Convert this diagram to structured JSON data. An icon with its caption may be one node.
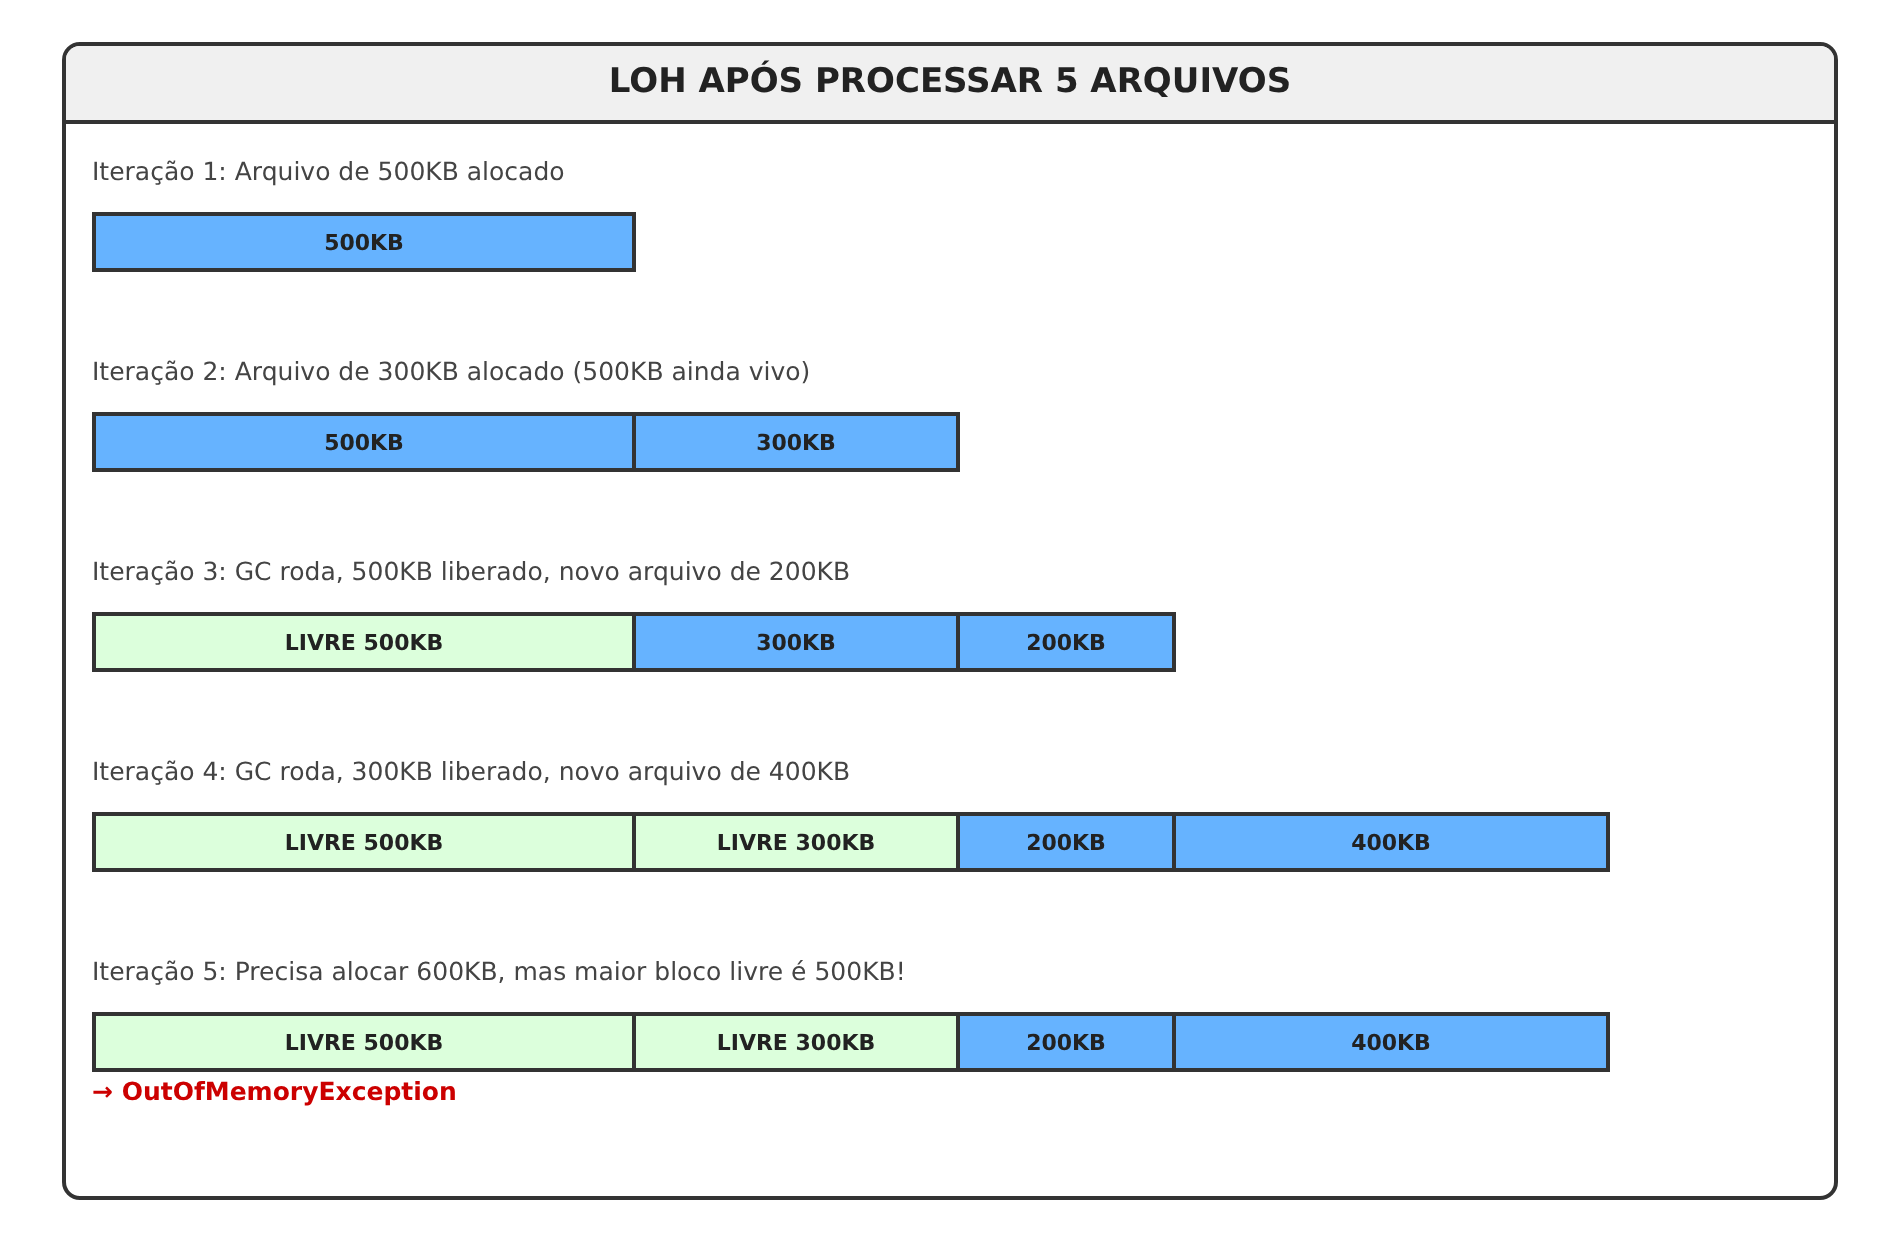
{
  "diagram": {
    "nodes": [
      {
        "text": [
          "LOH APÓS PROCESSAR 5 ARQUIVOS"
        ]
      },
      {
        "text": [
          "500KB"
        ],
        "in": 0
      },
      {
        "text": [
          "500KB"
        ],
        "in": 0
      },
      {
        "text": [
          "300KB"
        ],
        "in": 0
      },
      {
        "text": [
          "LIVRE 500KB"
        ],
        "in": 0
      },
      {
        "text": [
          "300KB"
        ],
        "in": 0
      },
      {
        "text": [
          "200KB"
        ],
        "in": 0
      },
      {
        "text": [
          "LIVRE 500KB"
        ],
        "in": 0
      },
      {
        "text": [
          "LIVRE 300KB"
        ],
        "in": 0
      },
      {
        "text": [
          "200KB"
        ],
        "in": 0
      },
      {
        "text": [
          "400KB"
        ],
        "in": 0
      },
      {
        "text": [
          "LIVRE 500KB"
        ],
        "in": 0
      },
      {
        "text": [
          "LIVRE 300KB"
        ],
        "in": 0
      },
      {
        "text": [
          "200KB"
        ],
        "in": 0
      },
      {
        "text": [
          "400KB"
        ],
        "in": 0
      }
    ],
    "labels": [
      "Iteração 1: Arquivo de 500KB alocado",
      "Iteração 2: Arquivo de 300KB alocado (500KB ainda vivo)",
      "Iteração 3: GC roda, 500KB liberado, novo arquivo de 200KB",
      "Iteração 4: GC roda, 300KB liberado, novo arquivo de 400KB",
      "Iteração 5: Precisa alocar 600KB, mas maior bloco livre é 500KB!",
      "→ OutOfMemoryException"
    ]
  }
}
